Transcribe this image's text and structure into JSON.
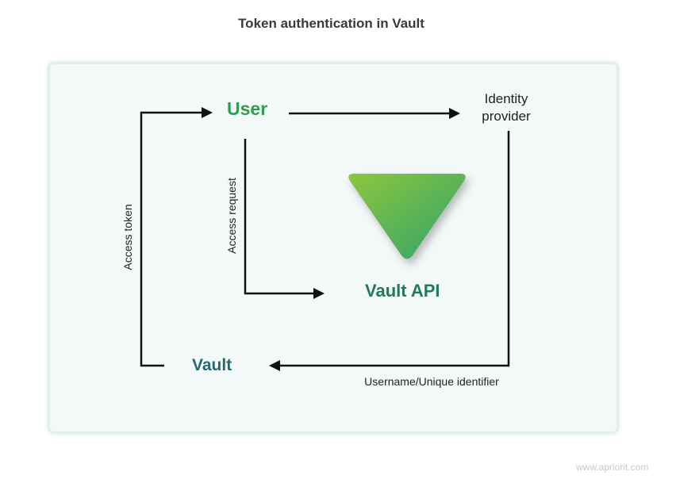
{
  "title": "Token authentication in Vault",
  "nodes": {
    "user": "User",
    "identity_provider": "Identity provider",
    "vault_api": "Vault API",
    "vault": "Vault"
  },
  "edges": {
    "access_token": "Access token",
    "access_request": "Access request",
    "username_identifier": "Username/Unique identifier"
  },
  "logo": {
    "icon": "vault-triangle-icon",
    "gradient_start": "#8cc63f",
    "gradient_end": "#2fa36b"
  },
  "watermark": "www.apriorit.com",
  "colors": {
    "user": "#2e9e4f",
    "vault_api": "#1f7a5e",
    "vault": "#246b6f",
    "arrow": "#111111",
    "panel_bg": "#f3f8f8",
    "panel_border": "#e2f0e4"
  }
}
